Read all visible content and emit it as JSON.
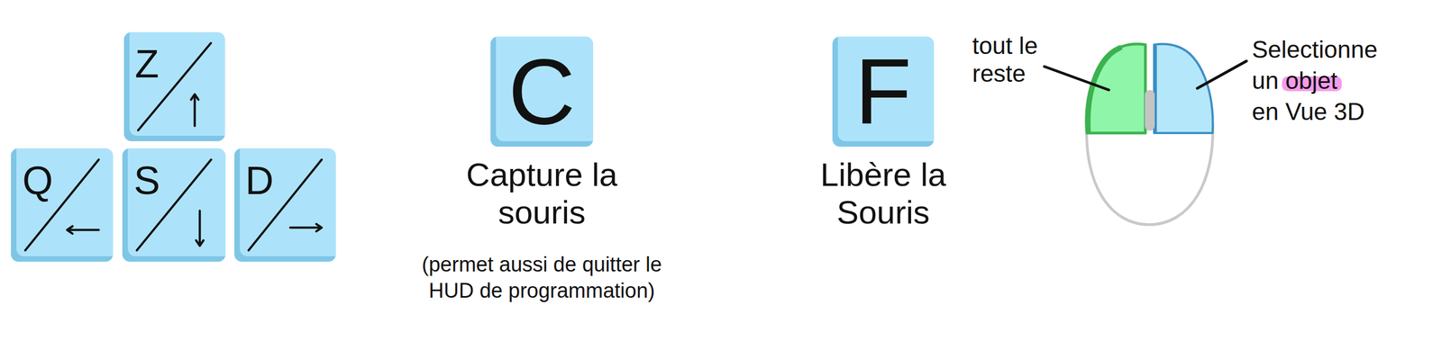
{
  "diagram": {
    "nodes": [
      {
        "text": [
          "Z"
        ]
      },
      {
        "text": [
          "Q"
        ]
      },
      {
        "text": [
          "S"
        ]
      },
      {
        "text": [
          "D"
        ]
      },
      {
        "text": [
          "C"
        ]
      },
      {
        "text": [
          "F"
        ]
      }
    ],
    "labels": [
      "Capture la souris",
      "(permet aussi de quitter le HUD de programmation)",
      "Libère la Souris",
      "tout le reste",
      "Selectionne un objet en Vue 3D"
    ]
  }
}
